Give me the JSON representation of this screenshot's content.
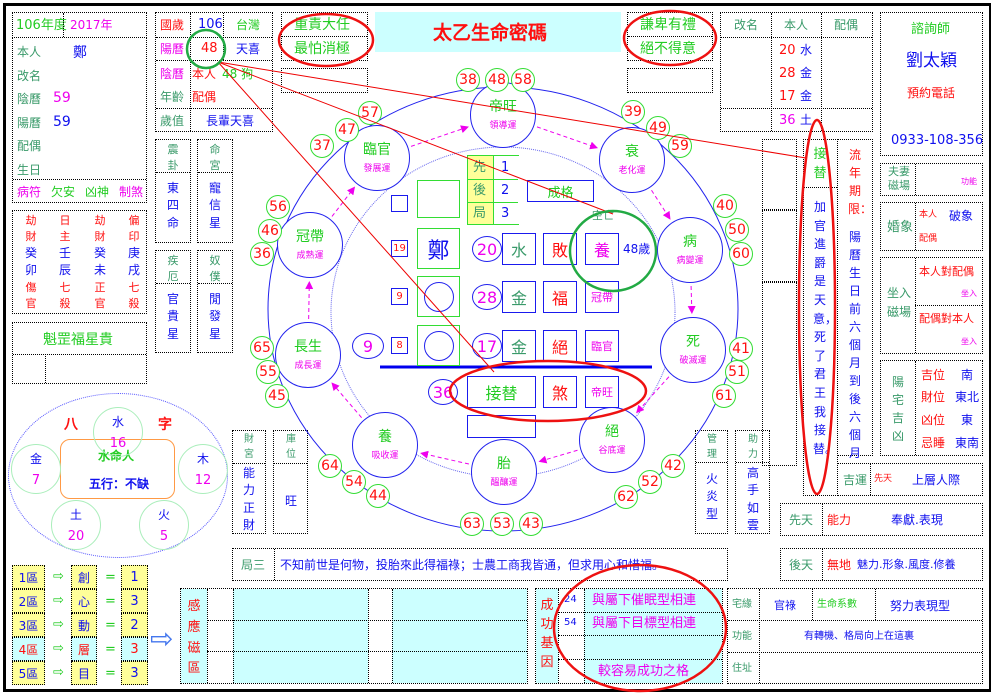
{
  "title": "太乙生命密碼",
  "left": {
    "year_roc": "106年度",
    "year_ad": "2017年",
    "rows": [
      {
        "label": "本人",
        "value": "鄭"
      },
      {
        "label": "改名",
        "value": ""
      },
      {
        "label": "陰曆",
        "value": "59"
      },
      {
        "label": "陽曆",
        "value": "59"
      },
      {
        "label": "配偶",
        "value": ""
      },
      {
        "label": "生日",
        "value": ""
      }
    ],
    "omens": [
      "病符",
      "欠安",
      "凶神",
      "制煞"
    ],
    "pillars": [
      {
        "top": "劫財",
        "gz": "癸卯",
        "bot": "傷官"
      },
      {
        "top": "日主",
        "gz": "壬辰",
        "bot": "七殺"
      },
      {
        "top": "劫財",
        "gz": "癸未",
        "bot": "正官"
      },
      {
        "top": "偏印",
        "gz": "庚戌",
        "bot": "七殺"
      }
    ],
    "star": "魁罡福星貴"
  },
  "info": {
    "guo_sui": "國歲",
    "guo_val": "106",
    "country": "台灣",
    "yang_li": "陽曆",
    "yang_val": "48",
    "tian_xi": "天喜",
    "yin_li": "陰曆",
    "self": "本人",
    "self_val": "48 狗",
    "age": "年齡",
    "spouse": "配偶",
    "sui_zhi": "歲值",
    "sui_val": "長輩天喜"
  },
  "gua": {
    "h1": "震卦",
    "v1": "東四命",
    "h2": "命宮",
    "v2": "寵信星",
    "h3": "疾厄",
    "v3": "官貴星",
    "h4": "奴僕",
    "v4": "閒發星"
  },
  "motto_left": [
    "重責大任",
    "最怕消極"
  ],
  "motto_right": [
    "謙卑有禮",
    "絕不得意"
  ],
  "names": {
    "headers": [
      "改名",
      "本人",
      "配偶"
    ],
    "self": [
      {
        "n": "20",
        "e": "水"
      },
      {
        "n": "28",
        "e": "金"
      },
      {
        "n": "17",
        "e": "金"
      },
      {
        "n": "36",
        "e": "土"
      }
    ]
  },
  "consultant": {
    "label": "諮詢師",
    "name": "劉太穎",
    "booking": "預約電話",
    "phone": "0933-108-356"
  },
  "marriage": {
    "couple_field": "夫妻磁場",
    "couple_func": "功能",
    "marriage_label": "婚象",
    "self": "本人",
    "self_val": "破象",
    "spouse": "配偶",
    "sit_field": "坐入磁場",
    "self_to_spouse": "本人對配偶",
    "sit1": "坐入",
    "spouse_to_self": "配偶對本人",
    "sit2": "坐入"
  },
  "house": {
    "label": "陽宅吉凶",
    "rows": [
      {
        "k": "吉位",
        "v": "南"
      },
      {
        "k": "財位",
        "v": "東北"
      },
      {
        "k": "凶位",
        "v": "東"
      },
      {
        "k": "忌睡",
        "v": "東南"
      }
    ]
  },
  "succession": {
    "head": "接替",
    "text": "加官進爵是天意，死了君王我接替。"
  },
  "period": {
    "label": "流年期限：",
    "text": "陽曆生日前六個月到後六個月"
  },
  "luck": {
    "label": "吉運",
    "tag": "先天",
    "value": "上層人際"
  },
  "innate": {
    "label": "先天",
    "tag": "能力",
    "value": "奉獻.表現"
  },
  "acquired": {
    "label": "後天",
    "tag": "無地",
    "value": "魅力.形象.風度.修養"
  },
  "manage": {
    "head": "管理",
    "body": "火炎型"
  },
  "help": {
    "head": "助力",
    "body": "高手如雲"
  },
  "wealth": {
    "head": "財宮",
    "body": "能力正財",
    "vault_head": "庫位",
    "vault_body": "旺"
  },
  "ju": {
    "label": "局三",
    "text": "不知前世是何物，投胎來此得福祿；士農工商我皆通，但求用心和惜福。"
  },
  "wheel": {
    "palaces": [
      {
        "name": "帝旺",
        "sub": "領導運",
        "ages": [
          "38",
          "48",
          "58"
        ]
      },
      {
        "name": "衰",
        "sub": "老化運",
        "ages": [
          "39",
          "49",
          "59"
        ]
      },
      {
        "name": "病",
        "sub": "病變運",
        "ages": [
          "40",
          "50",
          "60"
        ]
      },
      {
        "name": "死",
        "sub": "破滅運",
        "ages": [
          "41",
          "51",
          "61"
        ]
      },
      {
        "name": "絕",
        "sub": "谷底運",
        "ages": [
          "42",
          "52",
          "62"
        ]
      },
      {
        "name": "胎",
        "sub": "醞釀運",
        "ages": [
          "43",
          "53",
          "63"
        ]
      },
      {
        "name": "養",
        "sub": "吸收運",
        "ages": [
          "44",
          "54",
          "64"
        ]
      },
      {
        "name": "長生",
        "sub": "成長運",
        "ages": [
          "45",
          "55",
          "65"
        ]
      },
      {
        "name": "冠帶",
        "sub": "成熟運",
        "ages": [
          "36",
          "46",
          "56"
        ]
      },
      {
        "name": "臨官",
        "sub": "發展運",
        "ages": [
          "37",
          "47",
          "57"
        ]
      }
    ]
  },
  "center": {
    "xian": "先",
    "xian_v": "1",
    "hou": "後",
    "hou_v": "2",
    "ju": "局",
    "ju_v": "3",
    "cheng_ge": "成格",
    "kong_wang": "空亡",
    "rows": [
      {
        "small": "19",
        "big": "鄭",
        "num": "20",
        "el": "水",
        "st": "敗",
        "ph": "養",
        "age": "48歲"
      },
      {
        "small": "9",
        "big": "",
        "num": "28",
        "el": "金",
        "st": "福",
        "ph": "冠帶"
      },
      {
        "outer": "9",
        "small": "8",
        "big": "",
        "num": "17",
        "el": "金",
        "st": "絕",
        "ph": "臨官"
      }
    ],
    "bottom": {
      "num": "36",
      "el": "接替",
      "st": "煞",
      "ph": "帝旺"
    }
  },
  "bazi": {
    "ba": "八",
    "zi": "字",
    "core": "水命人",
    "wuxing": "五行：不缺",
    "elements": [
      {
        "e": "水",
        "n": "16"
      },
      {
        "e": "木",
        "n": "12"
      },
      {
        "e": "火",
        "n": "5"
      },
      {
        "e": "土",
        "n": "20"
      },
      {
        "e": "金",
        "n": "7"
      }
    ]
  },
  "zones": [
    {
      "z": "1區",
      "k": "創",
      "v": "1"
    },
    {
      "z": "2區",
      "k": "心",
      "v": "3"
    },
    {
      "z": "3區",
      "k": "動",
      "v": "2"
    },
    {
      "z": "4區",
      "k": "層",
      "v": "3"
    },
    {
      "z": "5區",
      "k": "目",
      "v": "3"
    }
  ],
  "zone_arrow": "⇨",
  "zone_eq": "=",
  "induction": "感應磁區",
  "success": {
    "label": "成功基因",
    "rows": [
      {
        "n": "24",
        "t": "與屬下催眠型相連"
      },
      {
        "n": "54",
        "t": "與屬下目標型相連"
      },
      {
        "n": "",
        "t": ""
      },
      {
        "n": "",
        "t": "較容易成功之格"
      }
    ]
  },
  "career": {
    "zhai": "宅緣",
    "guan": "官祿",
    "xi": "生命系數",
    "type": "努力表現型",
    "func": "功能",
    "func_v": "有轉機、格局向上在這裏",
    "addr": "住址"
  }
}
